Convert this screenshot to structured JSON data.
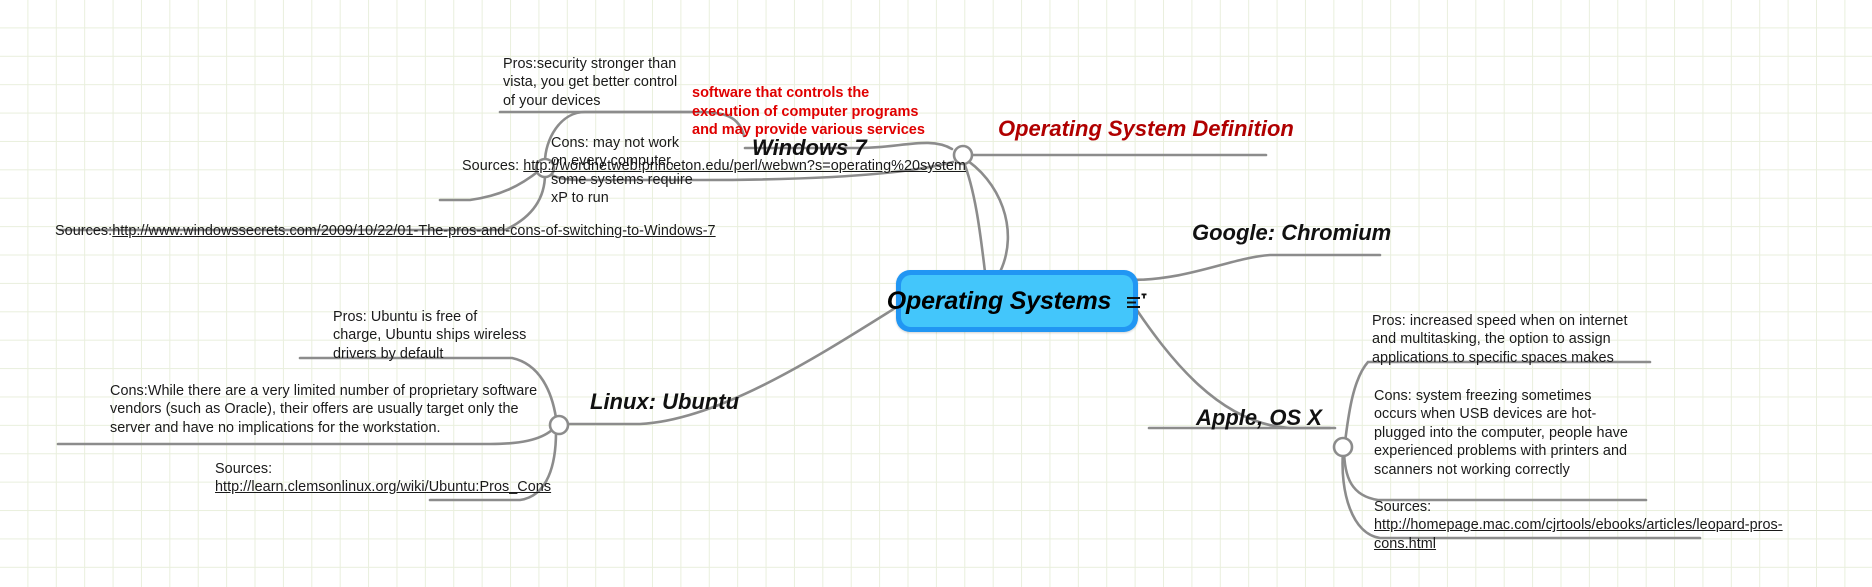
{
  "canvas": {
    "grid_color": "#e9efdd",
    "background": "#ffffff",
    "connector_color": "#8c8c8c"
  },
  "central_node": {
    "label": "Operating Systems",
    "fill": "#43c6fb",
    "border": "#2196f3",
    "icon": "list-plus-icon"
  },
  "branches": {
    "definition": {
      "title": "Operating System Definition",
      "title_color": "#b00000",
      "note": "software that controls the execution of computer programs and may provide various services",
      "note_color": "#e00000",
      "source_label": "Sources: ",
      "source_url": "http://wordnetweb.princeton.edu/perl/webwn?s=operating%20system"
    },
    "windows7": {
      "title": "Windows 7",
      "pros": "Pros:security stronger than vista, you get better control of your devices",
      "cons": "Cons: may not work on every computer, some systems require xP to run",
      "source_label": "Sources:",
      "source_url": "http://www.windowssecrets.com/2009/10/22/01-The-pros-and-cons-of-switching-to-Windows-7"
    },
    "chromium": {
      "title": "Google: Chromium"
    },
    "ubuntu": {
      "title": "Linux: Ubuntu",
      "pros": "Pros: Ubuntu is free of charge, Ubuntu ships wireless drivers by default",
      "cons": "Cons:While there are a very limited number of proprietary software vendors (such as Oracle), their offers are usually target only the server and have no implications for the workstation.",
      "source_label": "Sources:",
      "source_url": "http://learn.clemsonlinux.org/wiki/Ubuntu:Pros_Cons"
    },
    "osx": {
      "title": "Apple, OS X",
      "pros": "Pros: increased speed when on internet and multitasking, the option to assign applications to specific spaces makes",
      "cons": "Cons: system freezing sometimes occurs when USB devices are hot-plugged into the computer, people have experienced problems with printers and scanners not working correctly",
      "source_label": "Sources:",
      "source_url": "http://homepage.mac.com/cjrtools/ebooks/articles/leopard-pros-cons.html"
    }
  }
}
